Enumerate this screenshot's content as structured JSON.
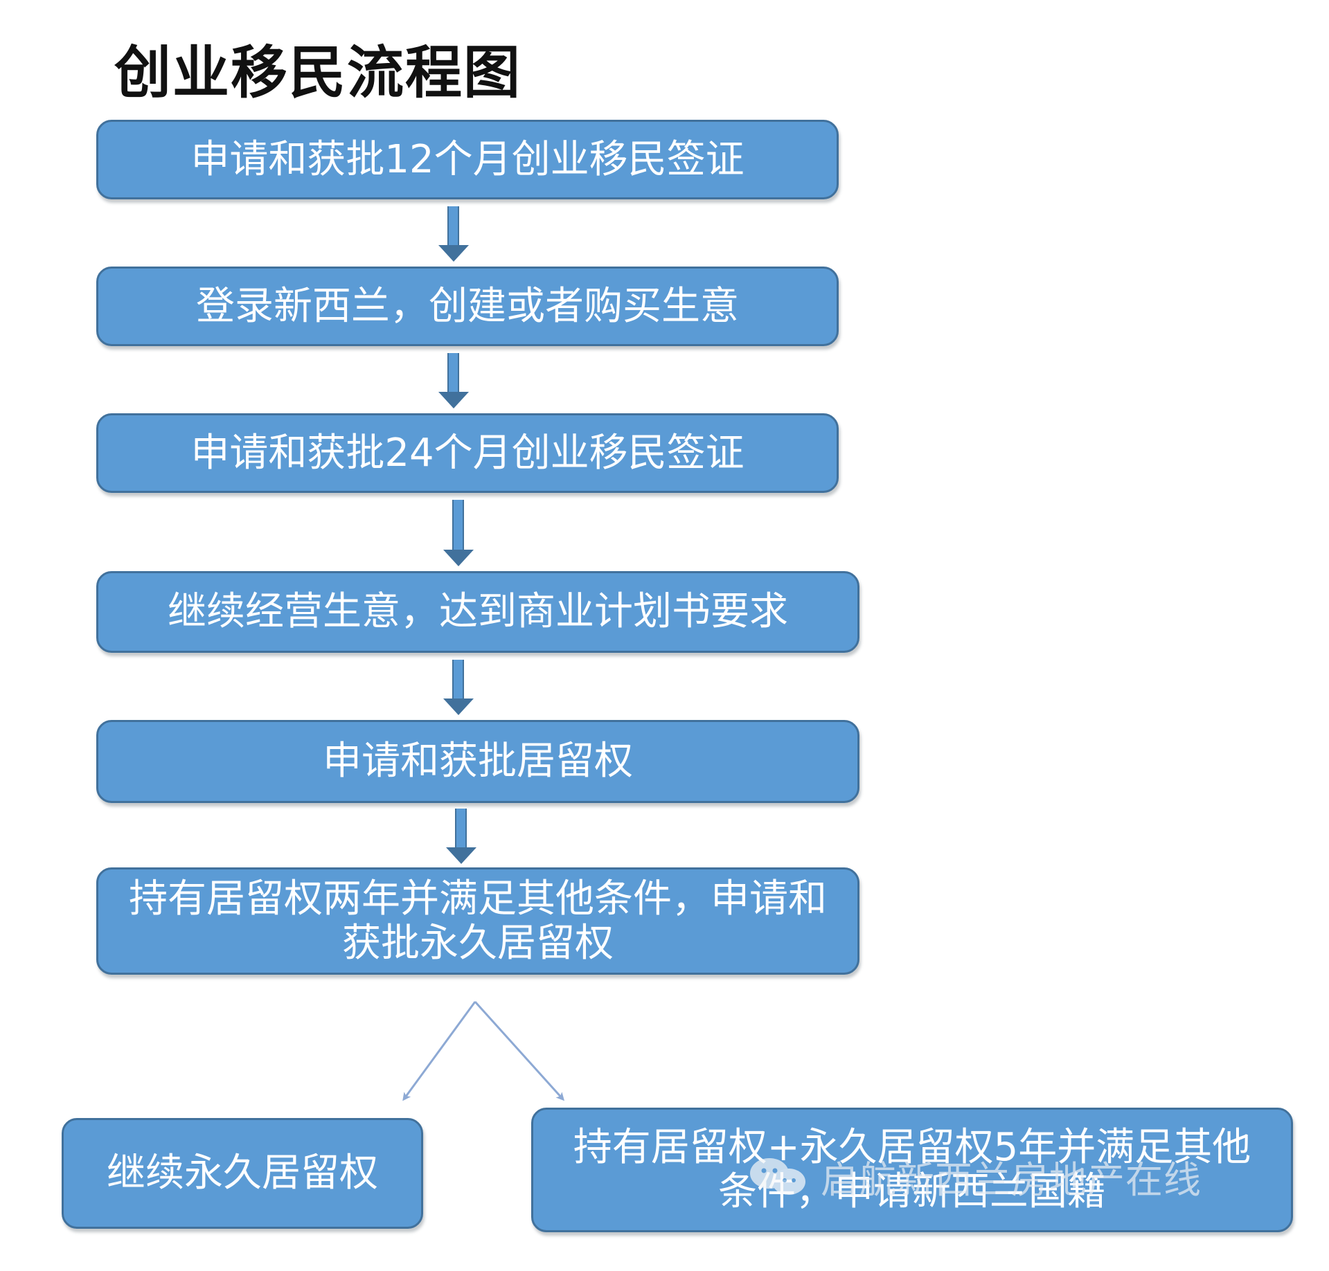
{
  "title": "创业移民流程图",
  "steps": [
    "申请和获批12个月创业移民签证",
    "登录新西兰，创建或者购买生意",
    "申请和获批24个月创业移民签证",
    "继续经营生意，达到商业计划书要求",
    "申请和获批居留权",
    "持有居留权两年并满足其他条件，申请和获批永久居留权"
  ],
  "outcomes": [
    "继续永久居留权",
    "持有居留权+永久居留权5年并满足其他条件，申请新西兰国籍"
  ],
  "watermark": {
    "icon": "wechat-icon",
    "text": "启航新西兰房地产在线"
  },
  "colors": {
    "box_fill": "#5b9bd5",
    "box_border": "#41719c",
    "arrow": "#41719c",
    "branch_line": "#8da9d4",
    "title": "#111111",
    "box_text": "#ffffff"
  }
}
